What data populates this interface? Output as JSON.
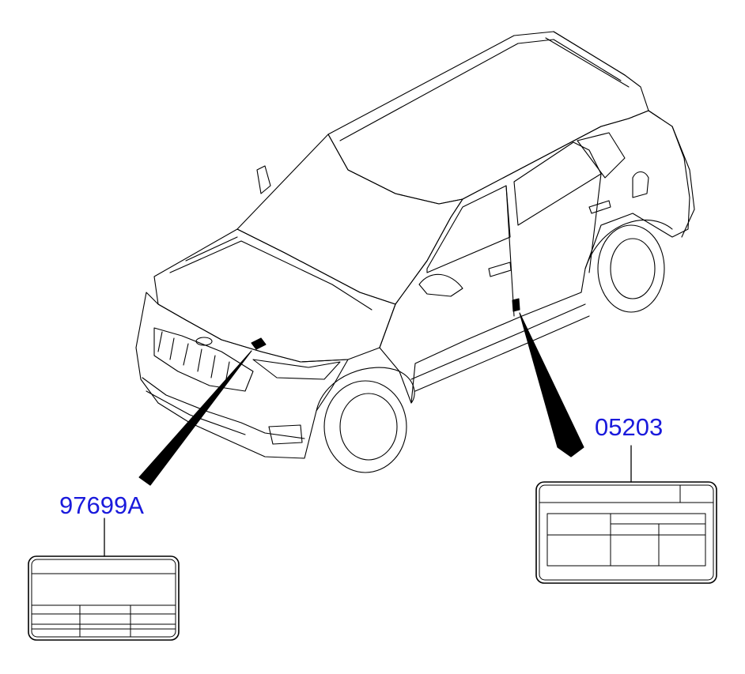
{
  "callouts": [
    {
      "part_number": "97699A",
      "refers_to": "hood-label"
    },
    {
      "part_number": "05203",
      "refers_to": "door-pillar-label"
    }
  ],
  "colors": {
    "callout_text": "#1a1adc",
    "line_art": "#000000",
    "background": "#ffffff"
  }
}
